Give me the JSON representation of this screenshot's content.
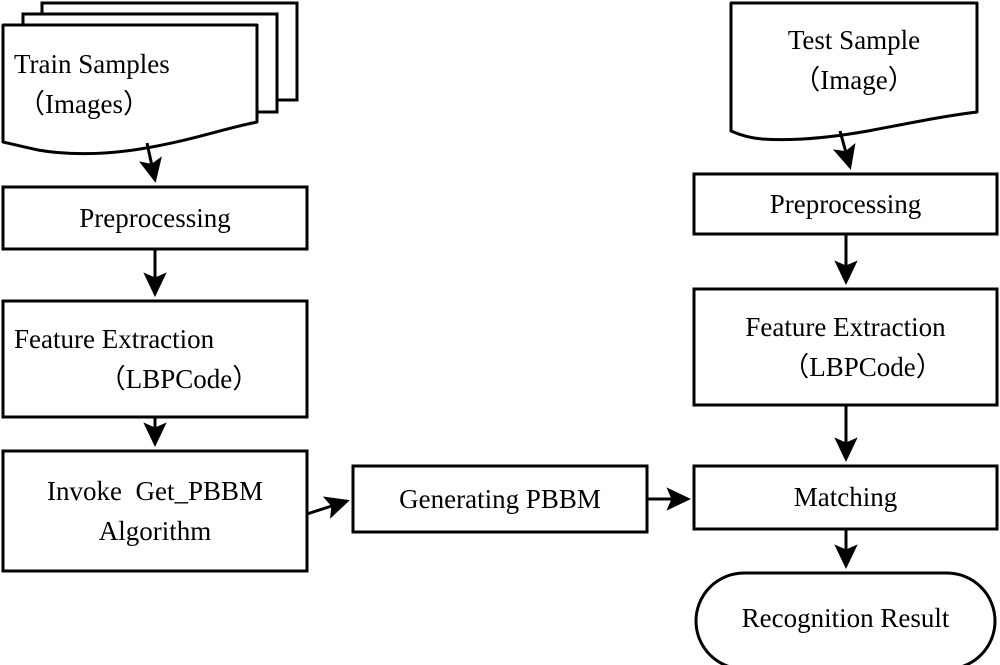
{
  "diagram": {
    "title": "Face recognition system flowchart (LBP / PBBM)",
    "stroke_color": "#000000",
    "fill_color": "#ffffff",
    "background": "#ffffff",
    "type": "flowchart",
    "nodes": [
      {
        "id": "train-samples",
        "shape": "multi-document",
        "line1": "Train Samples",
        "line2": "（Images）"
      },
      {
        "id": "test-sample",
        "shape": "document",
        "line1": "Test Sample",
        "line2": "（Image）"
      },
      {
        "id": "preprocessing-train",
        "shape": "rectangle",
        "line1": "Preprocessing",
        "line2": ""
      },
      {
        "id": "feature-extraction-train",
        "shape": "rectangle",
        "line1": "Feature Extraction",
        "line2": "（LBPCode）"
      },
      {
        "id": "invoke-get-pbbm",
        "shape": "rectangle",
        "line1": "Invoke  Get_PBBM",
        "line2": "Algorithm"
      },
      {
        "id": "generating-pbbm",
        "shape": "rectangle",
        "line1": "Generating PBBM",
        "line2": ""
      },
      {
        "id": "preprocessing-test",
        "shape": "rectangle",
        "line1": "Preprocessing",
        "line2": ""
      },
      {
        "id": "feature-extraction-test",
        "shape": "rectangle",
        "line1": "Feature Extraction",
        "line2": "（LBPCode）"
      },
      {
        "id": "matching",
        "shape": "rectangle",
        "line1": "Matching",
        "line2": ""
      },
      {
        "id": "recognition-result",
        "shape": "stadium",
        "line1": "Recognition Result",
        "line2": ""
      }
    ],
    "edges": [
      {
        "id": "e1",
        "from": "train-samples",
        "to": "preprocessing-train",
        "style": "arrow"
      },
      {
        "id": "e2",
        "from": "preprocessing-train",
        "to": "feature-extraction-train",
        "style": "arrow"
      },
      {
        "id": "e3",
        "from": "feature-extraction-train",
        "to": "invoke-get-pbbm",
        "style": "arrow"
      },
      {
        "id": "e4",
        "from": "invoke-get-pbbm",
        "to": "generating-pbbm",
        "style": "arrow"
      },
      {
        "id": "e5",
        "from": "generating-pbbm",
        "to": "matching",
        "style": "arrow"
      },
      {
        "id": "e6",
        "from": "test-sample",
        "to": "preprocessing-test",
        "style": "arrow"
      },
      {
        "id": "e7",
        "from": "preprocessing-test",
        "to": "feature-extraction-test",
        "style": "arrow"
      },
      {
        "id": "e8",
        "from": "feature-extraction-test",
        "to": "matching",
        "style": "arrow"
      },
      {
        "id": "e9",
        "from": "matching",
        "to": "recognition-result",
        "style": "arrow"
      }
    ]
  }
}
